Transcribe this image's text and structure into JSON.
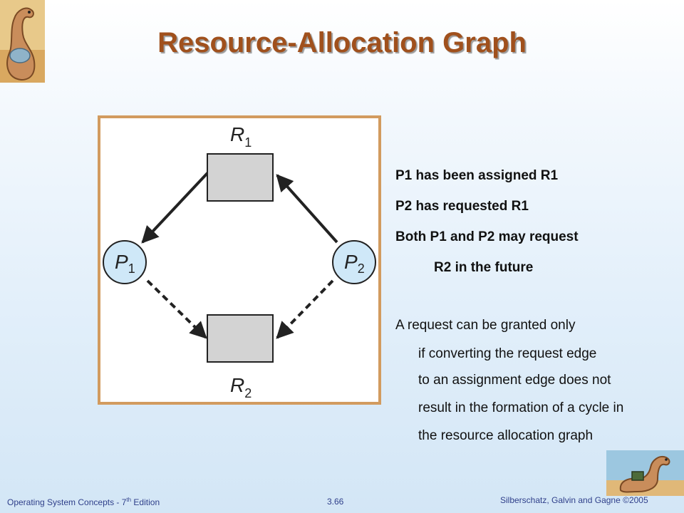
{
  "slide": {
    "title": "Resource-Allocation Graph",
    "notes": [
      "P1 has been assigned R1",
      "P2 has requested R1",
      "Both P1 and P2 may request",
      "R2 in the future"
    ],
    "rule": [
      "A request can be granted only",
      "if converting the request edge",
      "to an assignment edge does not",
      "result in the formation of a cycle in",
      "the resource allocation graph"
    ]
  },
  "graph": {
    "resources": [
      {
        "id": "R1",
        "letter": "R",
        "sub": "1"
      },
      {
        "id": "R2",
        "letter": "R",
        "sub": "2"
      }
    ],
    "processes": [
      {
        "id": "P1",
        "letter": "P",
        "sub": "1"
      },
      {
        "id": "P2",
        "letter": "P",
        "sub": "2"
      }
    ],
    "edges": [
      {
        "from": "R1",
        "to": "P1",
        "kind": "assignment",
        "style": "solid"
      },
      {
        "from": "P2",
        "to": "R1",
        "kind": "request",
        "style": "solid"
      },
      {
        "from": "P1",
        "to": "R2",
        "kind": "claim",
        "style": "dashed"
      },
      {
        "from": "P2",
        "to": "R2",
        "kind": "claim",
        "style": "dashed"
      }
    ]
  },
  "footer": {
    "left_pre": "Operating System Concepts - 7",
    "left_sup": "th",
    "left_post": " Edition",
    "page": "3.66",
    "right": "Silberschatz, Galvin and Gagne ©2005"
  },
  "colors": {
    "title": "#a0501c",
    "frame": "#d29b5f",
    "node_fill": "#cfe8f8",
    "resource_fill": "#d3d3d3",
    "footer_text": "#2f3f8a"
  }
}
